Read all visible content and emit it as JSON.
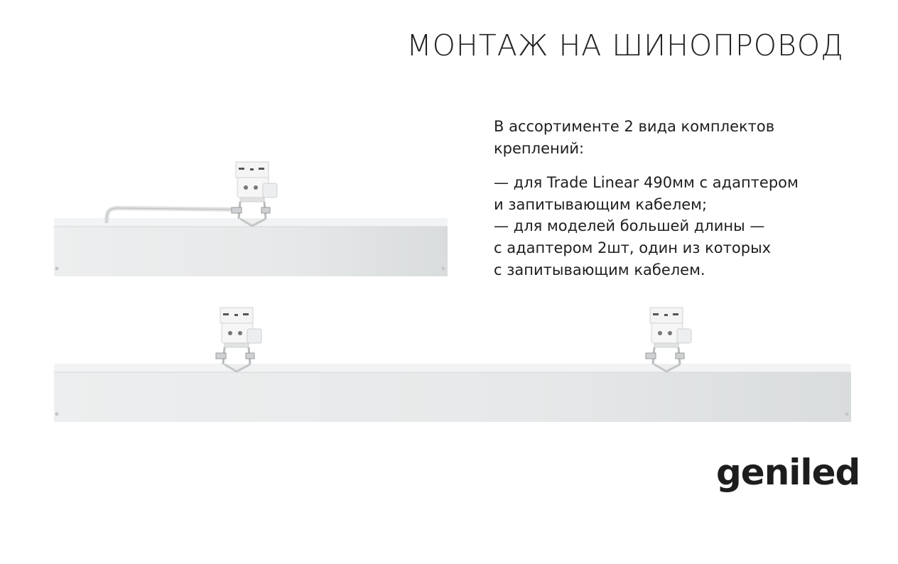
{
  "title": "МОНТАЖ НА ШИНОПРОВОД",
  "description": {
    "intro": [
      "В ассортименте 2 вида комплектов",
      "креплений:"
    ],
    "items": [
      "— для Trade Linear 490мм с адаптером",
      "и запитывающим кабелем;",
      "— для моделей большей длины —",
      "с адаптером 2шт, один из которых",
      "с запитывающим кабелем."
    ]
  },
  "logo": "geniled",
  "colors": {
    "text": "#1e1e1e",
    "fixture": "#e9ebec",
    "fixture_top": "#f3f4f5"
  }
}
